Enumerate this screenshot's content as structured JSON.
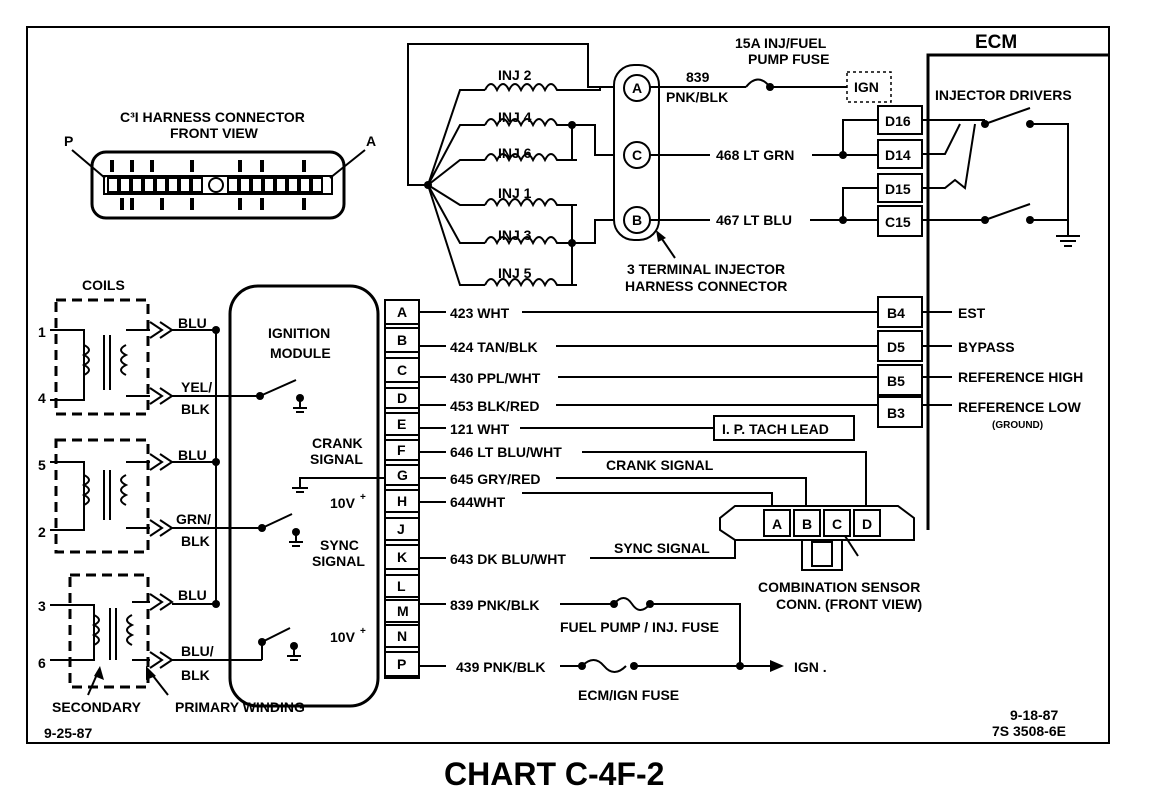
{
  "chart_title": "CHART C-4F-2",
  "ecm": {
    "title": "ECM",
    "injector_drivers": "INJECTOR DRIVERS",
    "pins": [
      "D16",
      "D14",
      "D15",
      "C15",
      "B4",
      "D5",
      "B5",
      "B3"
    ],
    "functions": [
      "EST",
      "BYPASS",
      "REFERENCE HIGH",
      "REFERENCE LOW",
      "(GROUND)"
    ]
  },
  "fuse_top": {
    "line1": "15A INJ/FUEL",
    "line2": "PUMP FUSE",
    "ign": "IGN"
  },
  "injectors": {
    "labels": [
      "INJ 2",
      "INJ 4",
      "INJ 6",
      "INJ 1",
      "INJ 3",
      "INJ 5"
    ],
    "terminals": [
      "A",
      "C",
      "B"
    ],
    "wire_a": [
      "839",
      "PNK/BLK"
    ],
    "wire_c": "468 LT GRN",
    "wire_b": "467 LT BLU",
    "connector_line1": "3 TERMINAL INJECTOR",
    "connector_line2": "HARNESS CONNECTOR"
  },
  "c3i": {
    "line1": "C³I HARNESS CONNECTOR",
    "line2": "FRONT  VIEW",
    "pin_p": "P",
    "pin_a": "A"
  },
  "coils": {
    "title": "COILS",
    "numbers": [
      "1",
      "4",
      "5",
      "2",
      "3",
      "6"
    ],
    "wire_labels": [
      "BLU",
      "YEL/",
      "BLK",
      "BLU",
      "GRN/",
      "BLK",
      "BLU",
      "BLU/",
      "BLK"
    ],
    "secondary": "SECONDARY",
    "primary": "PRIMARY WINDING"
  },
  "ignition_module": {
    "line1": "IGNITION",
    "line2": "MODULE",
    "crank1": "CRANK",
    "crank2": "SIGNAL",
    "sync1": "SYNC",
    "sync2": "SIGNAL",
    "v10a": "10V",
    "v10b": "10V",
    "plus": "+"
  },
  "terminals": [
    "A",
    "B",
    "C",
    "D",
    "E",
    "F",
    "G",
    "H",
    "J",
    "K",
    "L",
    "M",
    "N",
    "P"
  ],
  "wires": [
    "423 WHT",
    "424 TAN/BLK",
    "430 PPL/WHT",
    "453 BLK/RED",
    "121 WHT",
    "646 LT BLU/WHT",
    "645 GRY/RED",
    "644WHT",
    "643 DK BLU/WHT",
    "839 PNK/BLK",
    "439 PNK/BLK"
  ],
  "tach_lead": "I. P. TACH LEAD",
  "crank_signal": "CRANK SIGNAL",
  "sync_signal": "SYNC SIGNAL",
  "sensor": {
    "pins": [
      "A",
      "B",
      "C",
      "D"
    ],
    "line1": "COMBINATION SENSOR",
    "line2": "CONN. (FRONT VIEW)"
  },
  "fuel_fuse": "FUEL PUMP / INJ. FUSE",
  "ecm_fuse": "ECM/IGN FUSE",
  "ign_arrow": "IGN .",
  "dates": {
    "left": "9-25-87",
    "right1": "9-18-87",
    "right2": "7S 3508-6E"
  }
}
